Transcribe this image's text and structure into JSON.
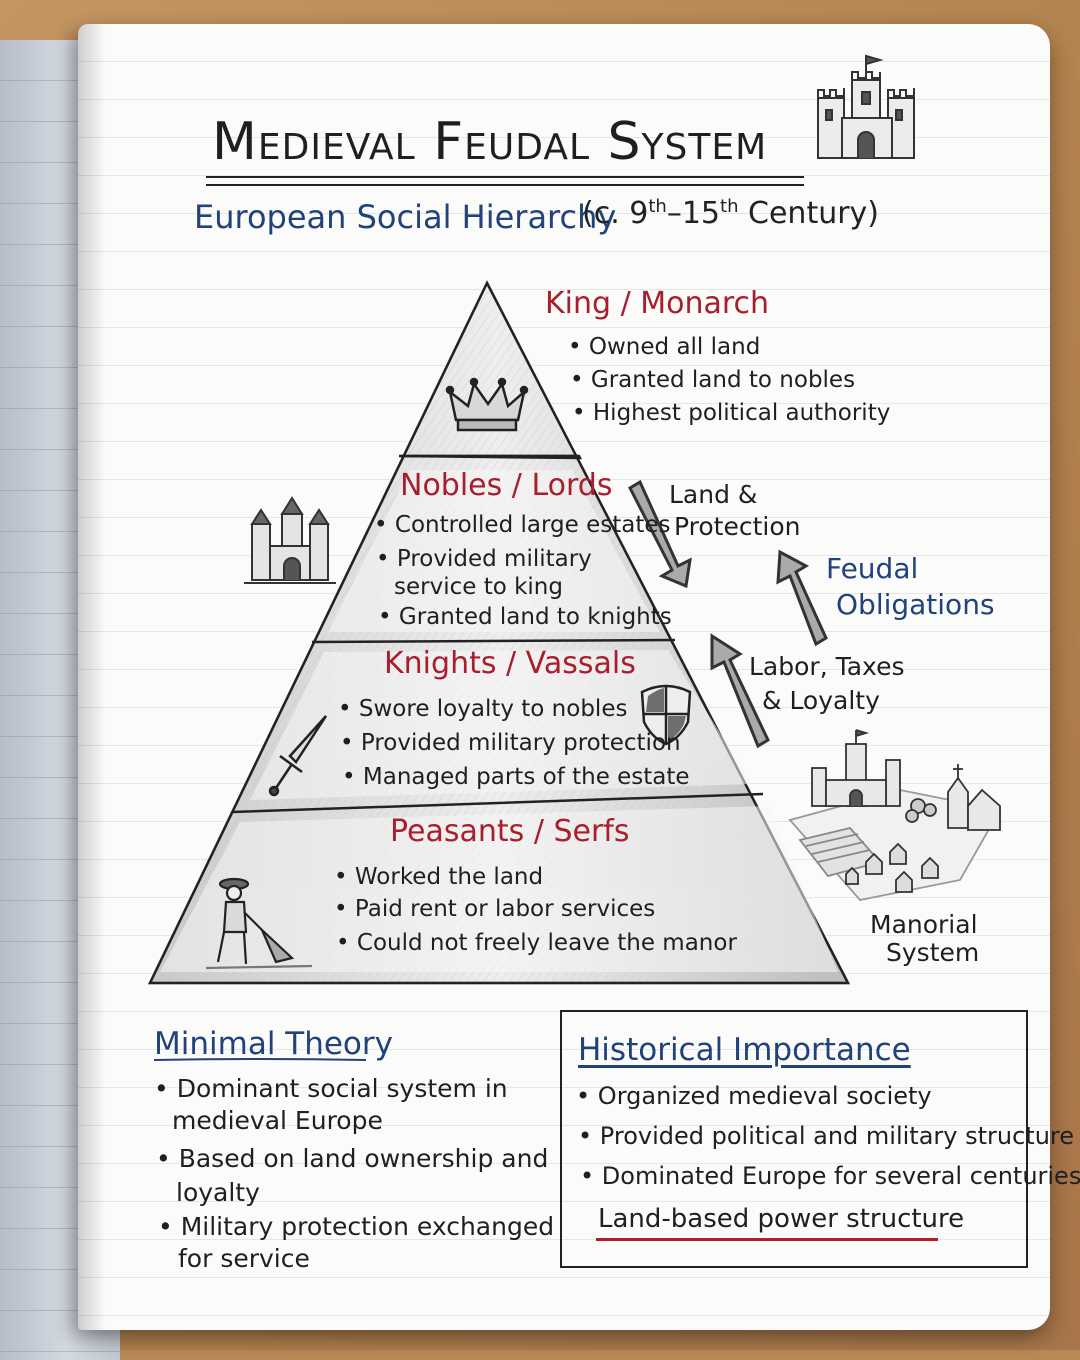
{
  "title": "Medieval Feudal System",
  "subtitle": "European Social Hierarchy",
  "subtitle_period": {
    "prefix": "(c. 9",
    "sup1": "th",
    "mid": "–15",
    "sup2": "th",
    "suffix": " Century)"
  },
  "tiers": [
    {
      "title": "King / Monarch",
      "bullets": [
        "Owned all land",
        "Granted land to nobles",
        "Highest political authority"
      ],
      "icon": "crown-icon"
    },
    {
      "title": "Nobles / Lords",
      "bullets": [
        "Controlled large estates",
        "Provided military",
        "service to king",
        "Granted land to knights"
      ],
      "icon": "castle-icon"
    },
    {
      "title": "Knights / Vassals",
      "bullets": [
        "Swore loyalty to nobles",
        "Provided military protection",
        "Managed parts of the estate"
      ],
      "icon": "shield-icon"
    },
    {
      "title": "Peasants / Serfs",
      "bullets": [
        "Worked the land",
        "Paid rent or labor services",
        "Could not freely leave the manor"
      ],
      "icon": "plowing-farmer-icon"
    }
  ],
  "arrows": {
    "down_label": [
      "Land &",
      "Protection"
    ],
    "feudal_label": [
      "Feudal",
      "Obligations"
    ],
    "up_label": [
      "Labor, Taxes",
      "& Loyalty"
    ]
  },
  "manorial_label": [
    "Manorial",
    "System"
  ],
  "minimal_theory": {
    "title": "Minimal Theory",
    "lines": [
      "Dominant social system in",
      "medieval Europe",
      "Based on land ownership and",
      "loyalty",
      "Military protection exchanged",
      "for service"
    ]
  },
  "historical_importance": {
    "title": "Historical Importance",
    "bullets": [
      "Organized medieval society",
      "Provided political and military structure",
      "Dominated Europe for several centuries"
    ],
    "footer": "Land-based power structure"
  },
  "colors": {
    "tier_title": "#a81e2c",
    "heading_blue": "#21427a",
    "ink": "#1f1f1f"
  }
}
